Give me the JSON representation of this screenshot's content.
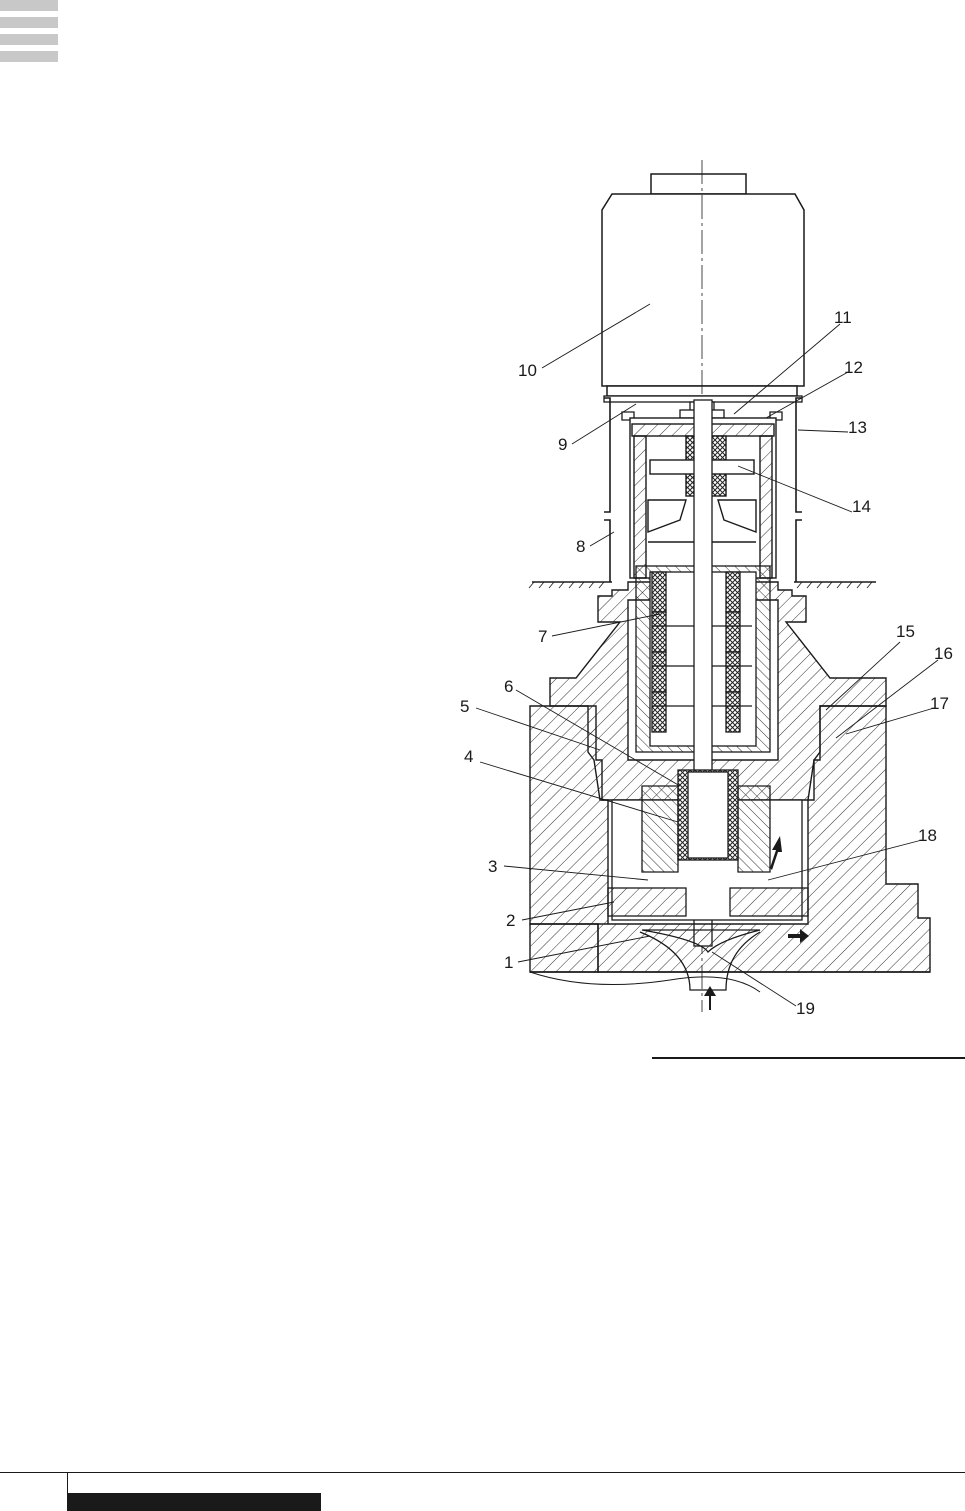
{
  "figure": {
    "callouts": [
      {
        "id": "c1",
        "label": "1"
      },
      {
        "id": "c2",
        "label": "2"
      },
      {
        "id": "c3",
        "label": "3"
      },
      {
        "id": "c4",
        "label": "4"
      },
      {
        "id": "c5",
        "label": "5"
      },
      {
        "id": "c6",
        "label": "6"
      },
      {
        "id": "c7",
        "label": "7"
      },
      {
        "id": "c8",
        "label": "8"
      },
      {
        "id": "c9",
        "label": "9"
      },
      {
        "id": "c10",
        "label": "10"
      },
      {
        "id": "c11",
        "label": "11"
      },
      {
        "id": "c12",
        "label": "12"
      },
      {
        "id": "c13",
        "label": "13"
      },
      {
        "id": "c14",
        "label": "14"
      },
      {
        "id": "c15",
        "label": "15"
      },
      {
        "id": "c16",
        "label": "16"
      },
      {
        "id": "c17",
        "label": "17"
      },
      {
        "id": "c18",
        "label": "18"
      },
      {
        "id": "c19",
        "label": "19"
      }
    ]
  },
  "colors": {
    "ink": "#1a1a1a",
    "hatch": "#333333",
    "accent_bars": "#c8c8c8"
  }
}
